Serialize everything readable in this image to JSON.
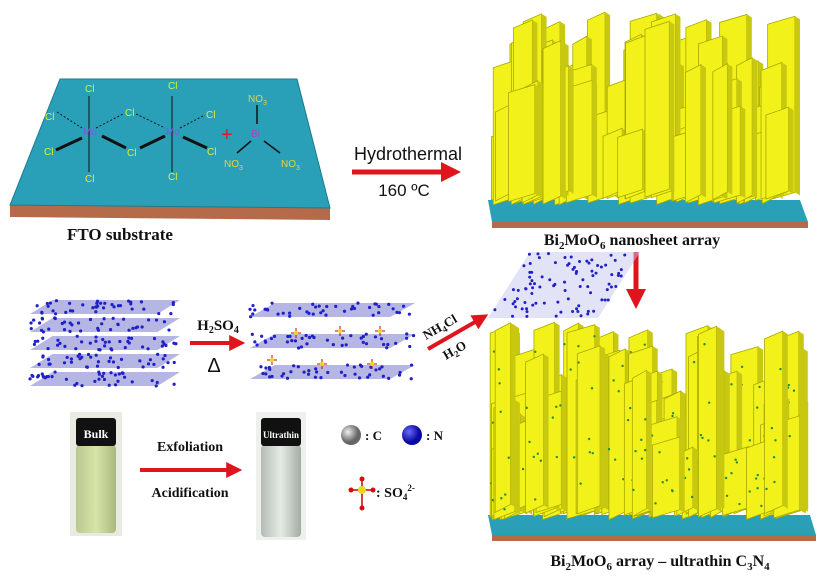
{
  "labels": {
    "fto": "FTO substrate",
    "hydrothermal": "Hydrothermal",
    "temperature": "160 ºC",
    "nanosheet_array": {
      "parts": [
        "Bi",
        "2",
        "MoO",
        "6",
        " nanosheet array"
      ]
    },
    "final_array": {
      "parts": [
        "Bi",
        "2",
        "MoO",
        "6",
        " array – ultrathin C",
        "3",
        "N",
        "4"
      ]
    },
    "acid": {
      "parts": [
        "H",
        "2",
        "SO",
        "4"
      ]
    },
    "heat": "Δ",
    "nh4cl": {
      "parts": [
        "NH",
        "4",
        "Cl"
      ]
    },
    "water": {
      "parts": [
        "H",
        "2",
        "O"
      ]
    },
    "exfoliation": "Exfoliation",
    "acidification": "Acidification",
    "bulk_vial": "Bulk",
    "ultrathin_vial": "Ultrathin"
  },
  "molecules": {
    "mo": "Mo",
    "cl": "Cl",
    "bi": "Bi",
    "no3": {
      "parts": [
        "NO",
        "3"
      ]
    },
    "plus": "+"
  },
  "legend": {
    "carbon": ": C",
    "nitrogen": ": N",
    "sulfate": {
      "parts": [
        ": SO",
        "4",
        "2-"
      ]
    }
  },
  "colors": {
    "substrate_top": "#2aa0b8",
    "substrate_side": "#b56a4a",
    "arrow": "#e0141c",
    "nanosheet": "#f2f21a",
    "nitrogen": "#2020c8",
    "carbon": "#888888"
  }
}
